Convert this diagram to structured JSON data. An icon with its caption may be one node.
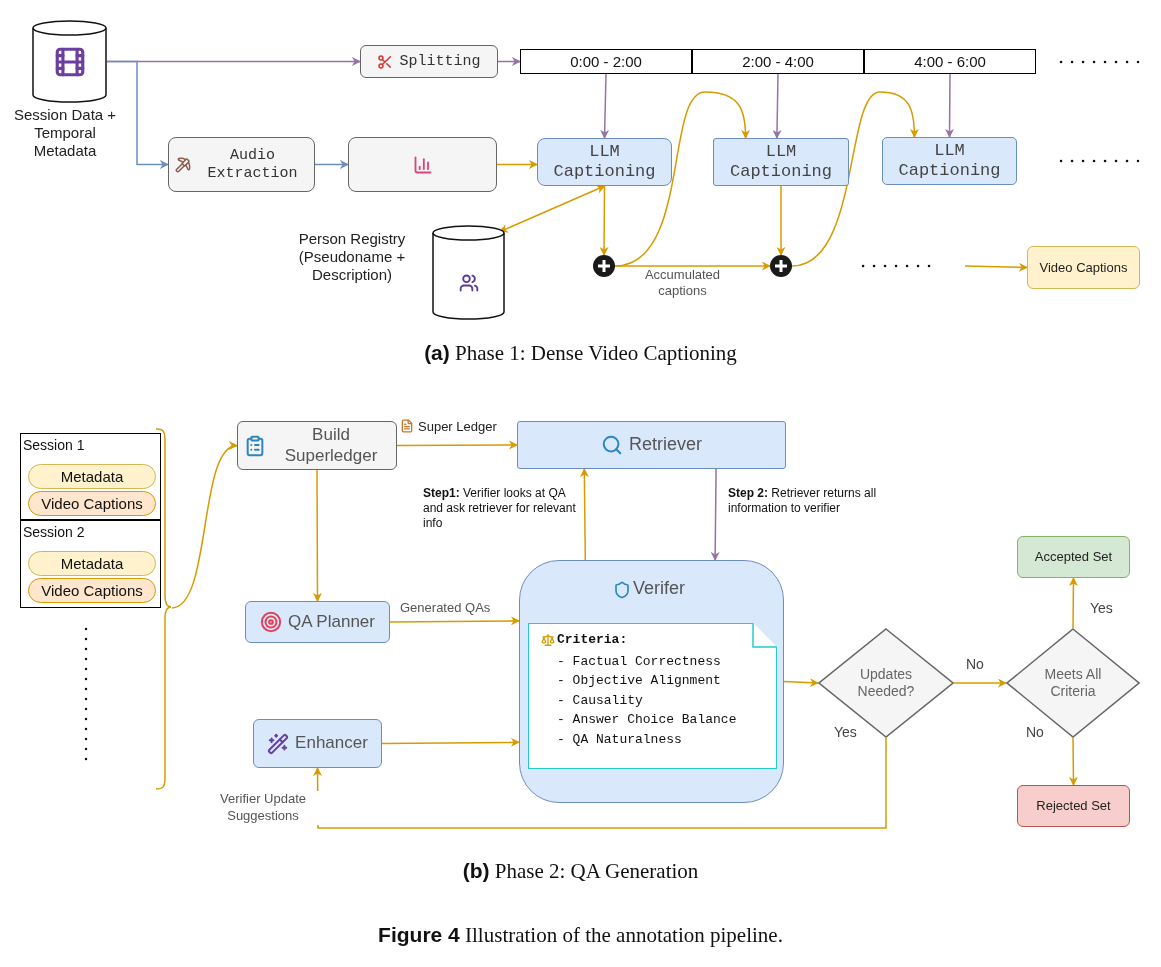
{
  "diagram": {
    "caption": "**Figure 4** Illustration of the annotation pipeline.",
    "nodes": [
      {
        "text": [
          "Session Data + Temporal Metadata"
        ]
      },
      {
        "text": [
          "Splitting"
        ]
      },
      {
        "text": [
          "0:00 - 2:00"
        ]
      },
      {
        "text": [
          "2:00 - 4:00"
        ]
      },
      {
        "text": [
          "4:00 - 6:00"
        ]
      },
      {
        "text": [
          "Audio Extraction"
        ]
      },
      {
        "text": [],
        "shape": "box"
      },
      {
        "text": [
          "LLM Captioning"
        ]
      },
      {
        "text": [
          "LLM Captioning"
        ]
      },
      {
        "text": [
          "LLM Captioning"
        ]
      },
      {
        "text": [
          "Person Registry (Pseudoname + Description)"
        ]
      },
      {
        "text": [],
        "shape": "circle"
      },
      {
        "text": [],
        "shape": "circle"
      },
      {
        "text": [
          "Video Captions"
        ]
      },
      {
        "text": [
          "Session 1"
        ]
      },
      {
        "text": [
          "Metadata"
        ],
        "in": 14
      },
      {
        "text": [
          "Video Captions"
        ],
        "in": 14
      },
      {
        "text": [
          "Session 2"
        ]
      },
      {
        "text": [
          "Metadata"
        ],
        "in": 17
      },
      {
        "text": [
          "Video Captions"
        ],
        "in": 17
      },
      {
        "text": [
          "Build Superledger"
        ]
      },
      {
        "text": [
          "Retriever"
        ]
      },
      {
        "text": [
          "QA Planner"
        ]
      },
      {
        "text": [
          "Enhancer"
        ]
      },
      {
        "text": [
          "Verifer"
        ]
      },
      {
        "text": [
          "Criteria:",
          "- Factual Correctness",
          "- Objective Alignment",
          "- Causality",
          "- Answer Choice Balance",
          "- QA Naturalness"
        ],
        "in": 24
      },
      {
        "text": [
          "Updates Needed?"
        ]
      },
      {
        "text": [
          "Meets All Criteria"
        ]
      },
      {
        "text": [
          "Accepted Set"
        ]
      },
      {
        "text": [
          "Rejected Set"
        ]
      },
      {
        "text": [],
        "shape": "bracket"
      }
    ],
    "edges": [
      {
        "from": 0,
        "to": 1,
        "arrow": "to",
        "color": "#9673a6"
      },
      {
        "from": 0,
        "to": 5,
        "arrow": "to",
        "color": "#6c8ebf"
      },
      {
        "from": 1,
        "to": 2,
        "arrow": "to",
        "color": "#9673a6"
      },
      {
        "from": 2,
        "to": 7,
        "arrow": "to",
        "color": "#9673a6"
      },
      {
        "from": 3,
        "to": 8,
        "arrow": "to",
        "color": "#9673a6"
      },
      {
        "from": 4,
        "to": 9,
        "arrow": "to",
        "color": "#9673a6"
      },
      {
        "from": 5,
        "to": 6,
        "arrow": "to",
        "color": "#6c8ebf"
      },
      {
        "from": 6,
        "to": 7,
        "arrow": "to"
      },
      {
        "from": 7,
        "to": 10,
        "arrow": "both"
      },
      {
        "from": 7,
        "to": 11,
        "arrow": "to"
      },
      {
        "from": 11,
        "to": 8,
        "arrow": "to"
      },
      {
        "from": 11,
        "to": 12,
        "arrow": "to",
        "label": "Accumulated captions"
      },
      {
        "from": 8,
        "to": 12,
        "arrow": "to"
      },
      {
        "from": 12,
        "to": 9,
        "arrow": "to"
      },
      {
        "from": null,
        "to": 13,
        "arrow": "to"
      },
      {
        "from": 30,
        "to": 20,
        "arrow": "to"
      },
      {
        "from": 20,
        "to": 21,
        "arrow": "to",
        "label": "Super Ledger"
      },
      {
        "from": 20,
        "to": 22,
        "arrow": "to"
      },
      {
        "from": 24,
        "to": 21,
        "arrow": "to",
        "label": "**Step1:** Verifier looks at QA and ask retriever for relevant info"
      },
      {
        "from": 21,
        "to": 24,
        "arrow": "to",
        "color": "#9673a6",
        "label": "**Step 2:** Retriever returns all information to verifier"
      },
      {
        "from": 22,
        "to": 24,
        "arrow": "to",
        "label": "Generated QAs"
      },
      {
        "from": 23,
        "to": 24,
        "arrow": "to"
      },
      {
        "from": 24,
        "to": 26,
        "arrow": "to"
      },
      {
        "from": 26,
        "to": 27,
        "arrow": "to",
        "label": "No"
      },
      {
        "from": 27,
        "to": 28,
        "arrow": "to",
        "label": "Yes"
      },
      {
        "from": 27,
        "to": 29,
        "arrow": "to",
        "label": "No"
      },
      {
        "from": 26,
        "to": 23,
        "arrow": "to",
        "label": "Yes"
      }
    ],
    "labels": [
      "**(a)** Phase 1: Dense Video Captioning",
      "**(b)** Phase 2: QA Generation",
      "Verifier Update Suggestions"
    ]
  }
}
